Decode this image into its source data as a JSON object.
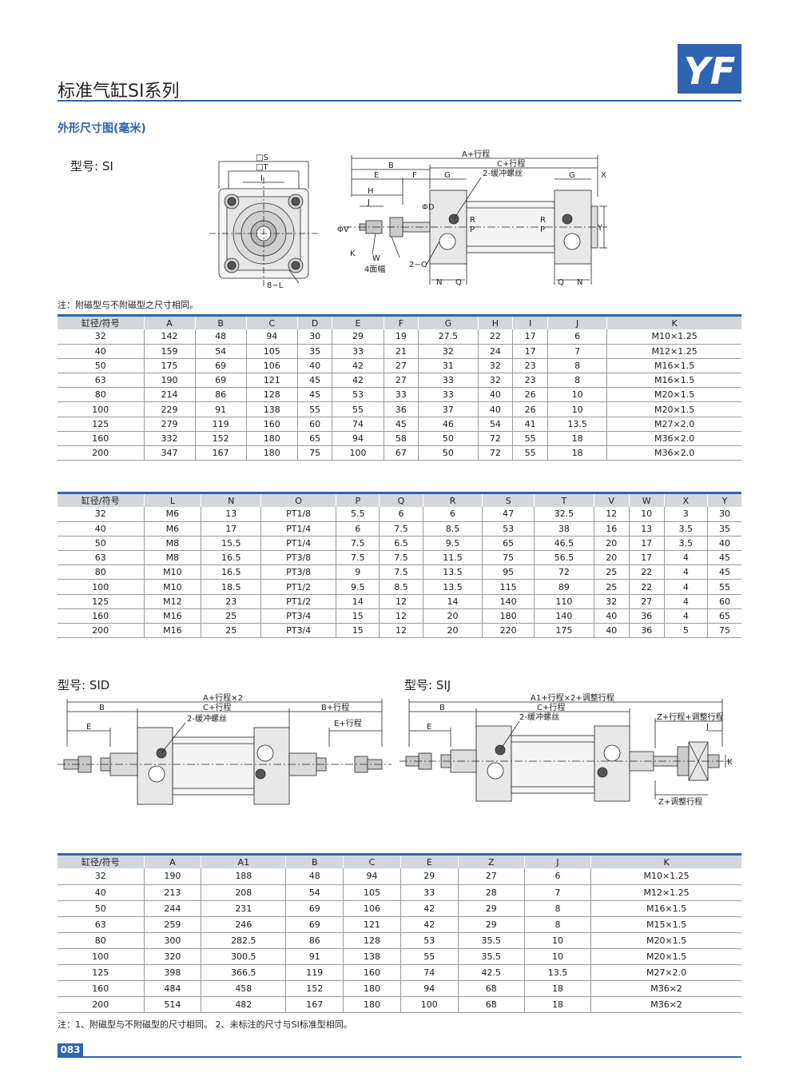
{
  "header": {
    "title": "标准气缸SI系列",
    "logo_text": "YF",
    "section_title": "外形尺寸图(毫米)",
    "page_number": "083"
  },
  "colors": {
    "accent": "#2f64b2",
    "table_header": "#d3d7dc"
  },
  "si": {
    "model_label": "型号: SI",
    "note": "注：附磁型与不附磁型之尺寸相同。",
    "end_view_labels": {
      "s": "□S",
      "t": "□T",
      "i": "I",
      "l": "8−L"
    },
    "side_view_labels": {
      "a": "A+行程",
      "b": "B",
      "c": "C+行程",
      "e": "E",
      "f": "F",
      "g_left": "G",
      "g_right": "G",
      "x": "X",
      "cushion": "2-缓冲螺丝",
      "h": "H",
      "j": "J",
      "d": "ΦD",
      "v": "ΦV",
      "k": "K",
      "w": "W",
      "w_note": "4面幅",
      "o": "2−O",
      "p": "P",
      "r": "R",
      "y": "Y",
      "n": "N",
      "q": "Q"
    },
    "table1": {
      "headers": [
        "缸径/符号",
        "A",
        "B",
        "C",
        "D",
        "E",
        "F",
        "G",
        "H",
        "I",
        "J",
        "K"
      ],
      "rows": [
        [
          "32",
          "142",
          "48",
          "94",
          "30",
          "29",
          "19",
          "27.5",
          "22",
          "17",
          "6",
          "M10×1.25"
        ],
        [
          "40",
          "159",
          "54",
          "105",
          "35",
          "33",
          "21",
          "32",
          "24",
          "17",
          "7",
          "M12×1.25"
        ],
        [
          "50",
          "175",
          "69",
          "106",
          "40",
          "42",
          "27",
          "31",
          "32",
          "23",
          "8",
          "M16×1.5"
        ],
        [
          "63",
          "190",
          "69",
          "121",
          "45",
          "42",
          "27",
          "33",
          "32",
          "23",
          "8",
          "M16×1.5"
        ],
        [
          "80",
          "214",
          "86",
          "128",
          "45",
          "53",
          "33",
          "33",
          "40",
          "26",
          "10",
          "M20×1.5"
        ],
        [
          "100",
          "229",
          "91",
          "138",
          "55",
          "55",
          "36",
          "37",
          "40",
          "26",
          "10",
          "M20×1.5"
        ],
        [
          "125",
          "279",
          "119",
          "160",
          "60",
          "74",
          "45",
          "46",
          "54",
          "41",
          "13.5",
          "M27×2.0"
        ],
        [
          "160",
          "332",
          "152",
          "180",
          "65",
          "94",
          "58",
          "50",
          "72",
          "55",
          "18",
          "M36×2.0"
        ],
        [
          "200",
          "347",
          "167",
          "180",
          "75",
          "100",
          "67",
          "50",
          "72",
          "55",
          "18",
          "M36×2.0"
        ]
      ]
    },
    "table2": {
      "headers": [
        "缸径/符号",
        "L",
        "N",
        "O",
        "P",
        "Q",
        "R",
        "S",
        "T",
        "V",
        "W",
        "X",
        "Y"
      ],
      "rows": [
        [
          "32",
          "M6",
          "13",
          "PT1/8",
          "5.5",
          "6",
          "6",
          "47",
          "32.5",
          "12",
          "10",
          "3",
          "30"
        ],
        [
          "40",
          "M6",
          "17",
          "PT1/4",
          "6",
          "7.5",
          "8.5",
          "53",
          "38",
          "16",
          "13",
          "3.5",
          "35"
        ],
        [
          "50",
          "M8",
          "15.5",
          "PT1/4",
          "7.5",
          "6.5",
          "9.5",
          "65",
          "46.5",
          "20",
          "17",
          "3.5",
          "40"
        ],
        [
          "63",
          "M8",
          "16.5",
          "PT3/8",
          "7.5",
          "7.5",
          "11.5",
          "75",
          "56.5",
          "20",
          "17",
          "4",
          "45"
        ],
        [
          "80",
          "M10",
          "16.5",
          "PT3/8",
          "9",
          "7.5",
          "13.5",
          "95",
          "72",
          "25",
          "22",
          "4",
          "45"
        ],
        [
          "100",
          "M10",
          "18.5",
          "PT1/2",
          "9.5",
          "8.5",
          "13.5",
          "115",
          "89",
          "25",
          "22",
          "4",
          "55"
        ],
        [
          "125",
          "M12",
          "23",
          "PT1/2",
          "14",
          "12",
          "14",
          "140",
          "110",
          "32",
          "27",
          "4",
          "60"
        ],
        [
          "160",
          "M16",
          "25",
          "PT3/4",
          "15",
          "12",
          "20",
          "180",
          "140",
          "40",
          "36",
          "4",
          "65"
        ],
        [
          "200",
          "M16",
          "25",
          "PT3/4",
          "15",
          "12",
          "20",
          "220",
          "175",
          "40",
          "36",
          "5",
          "75"
        ]
      ]
    }
  },
  "sid": {
    "model_label": "型号: SID",
    "labels": {
      "a": "A+行程×2",
      "b": "B",
      "c": "C+行程",
      "b_stroke": "B+行程",
      "cushion": "2-缓冲螺丝",
      "e": "E",
      "e_stroke": "E+行程"
    }
  },
  "sij": {
    "model_label": "型号: SIJ",
    "labels": {
      "a1": "A1+行程×2+调整行程",
      "b": "B",
      "c": "C+行程",
      "cushion": "2-缓冲螺丝",
      "z_top": "Z+行程+调整行程",
      "j": "J",
      "e": "E",
      "k": "K",
      "z_bottom": "Z+调整行程"
    }
  },
  "table3": {
    "headers": [
      "缸径/符号",
      "A",
      "A1",
      "B",
      "C",
      "E",
      "Z",
      "J",
      "K"
    ],
    "rows": [
      [
        "32",
        "190",
        "188",
        "48",
        "94",
        "29",
        "27",
        "6",
        "M10×1.25"
      ],
      [
        "40",
        "213",
        "208",
        "54",
        "105",
        "33",
        "28",
        "7",
        "M12×1.25"
      ],
      [
        "50",
        "244",
        "231",
        "69",
        "106",
        "42",
        "29",
        "8",
        "M16×1.5"
      ],
      [
        "63",
        "259",
        "246",
        "69",
        "121",
        "42",
        "29",
        "8",
        "M15×1.5"
      ],
      [
        "80",
        "300",
        "282.5",
        "86",
        "128",
        "53",
        "35.5",
        "10",
        "M20×1.5"
      ],
      [
        "100",
        "320",
        "300.5",
        "91",
        "138",
        "55",
        "35.5",
        "10",
        "M20×1.5"
      ],
      [
        "125",
        "398",
        "366.5",
        "119",
        "160",
        "74",
        "42.5",
        "13.5",
        "M27×2.0"
      ],
      [
        "160",
        "484",
        "458",
        "152",
        "180",
        "94",
        "68",
        "18",
        "M36×2"
      ],
      [
        "200",
        "514",
        "482",
        "167",
        "180",
        "100",
        "68",
        "18",
        "M36×2"
      ]
    ],
    "note": "注：1、附磁型与不附磁型的尺寸相同。    2、未标注的尺寸与SI标准型相同。"
  }
}
